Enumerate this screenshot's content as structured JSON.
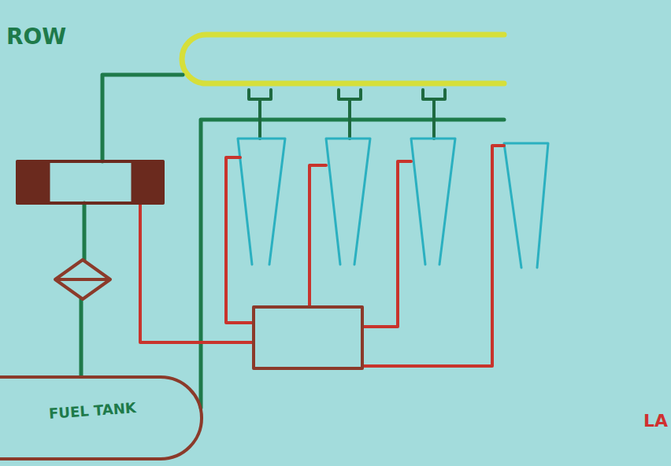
{
  "diagram": {
    "nodes": [
      {
        "text": [
          "FUEL TANK"
        ]
      }
    ],
    "labels": [
      "ROW",
      "LA"
    ]
  }
}
